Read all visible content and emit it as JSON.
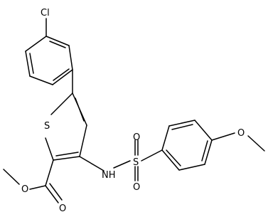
{
  "atoms": {
    "chlorine": "Cl",
    "sulfur_ring": "S",
    "sulfonyl_sulfur": "S",
    "sulfonyl_oxygen_top": "O",
    "sulfonyl_oxygen_bottom": "O",
    "nitrogen": "NH",
    "methoxy_oxygen": "O",
    "ester_oxygen_single": "O",
    "ester_oxygen_double": "O"
  },
  "colors": {
    "bond": "#000000",
    "background": "#ffffff"
  }
}
